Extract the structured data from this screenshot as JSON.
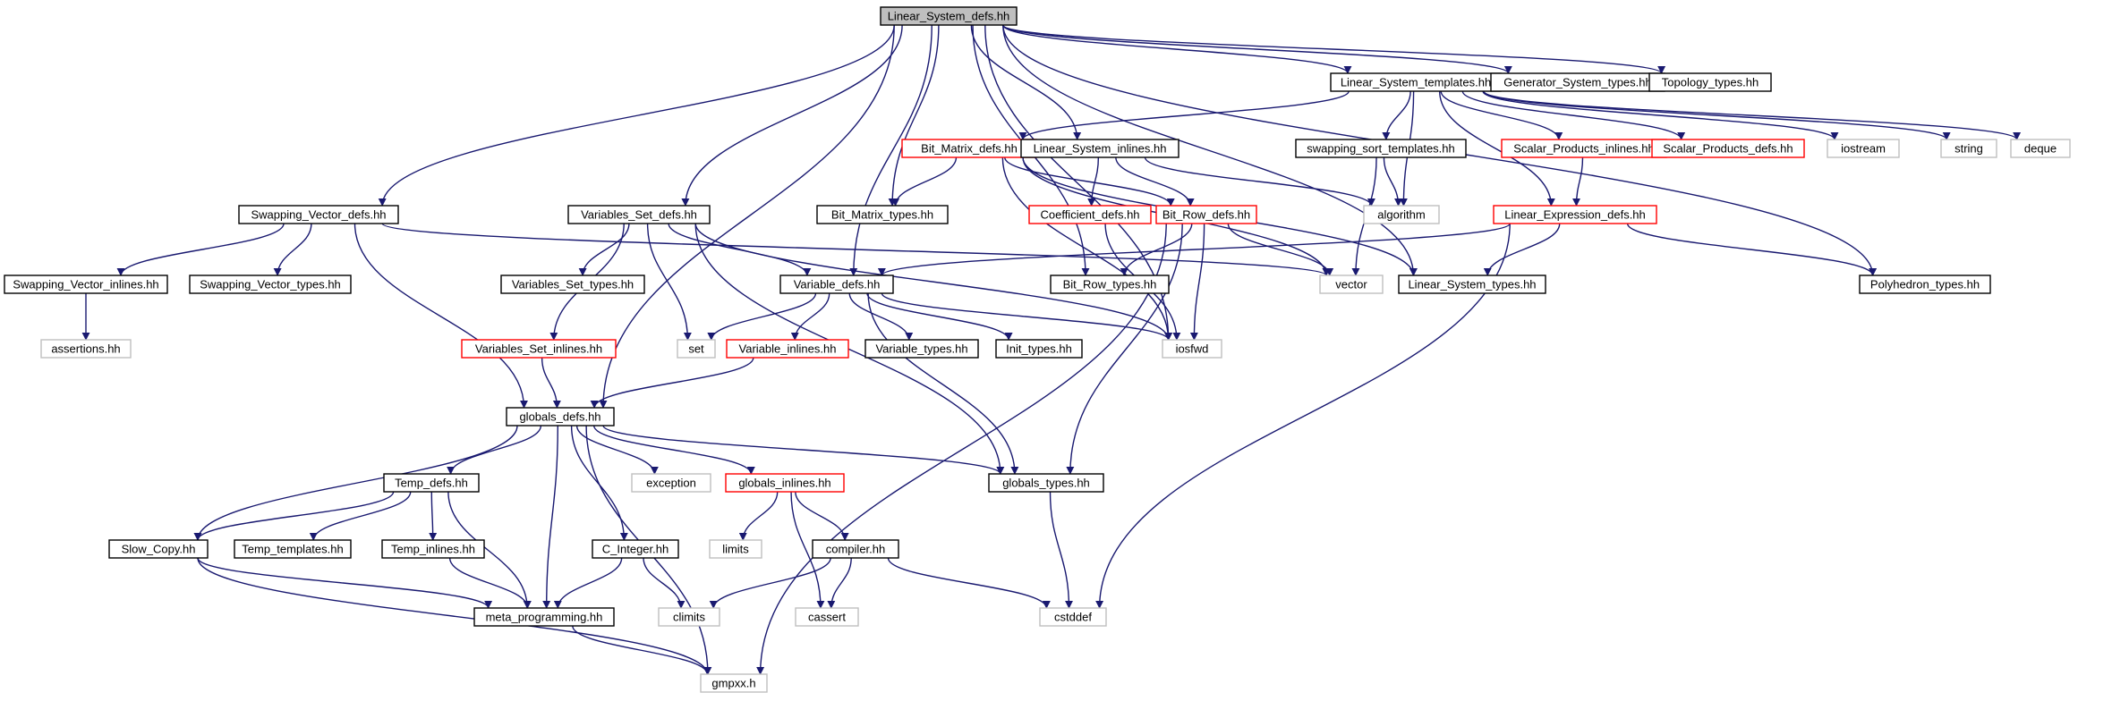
{
  "diagram": {
    "nodes": [
      {
        "id": "Linear_System_defs_hh",
        "label": "Linear_System_defs.hh",
        "kind": "root"
      },
      {
        "id": "Linear_System_templates_hh",
        "label": "Linear_System_templates.hh",
        "kind": "normal"
      },
      {
        "id": "Generator_System_types_hh",
        "label": "Generator_System_types.hh",
        "kind": "normal"
      },
      {
        "id": "Topology_types_hh",
        "label": "Topology_types.hh",
        "kind": "normal"
      },
      {
        "id": "Bit_Matrix_defs_hh",
        "label": "Bit_Matrix_defs.hh",
        "kind": "red"
      },
      {
        "id": "Linear_System_inlines_hh",
        "label": "Linear_System_inlines.hh",
        "kind": "normal"
      },
      {
        "id": "swapping_sort_templates_hh",
        "label": "swapping_sort_templates.hh",
        "kind": "normal"
      },
      {
        "id": "Scalar_Products_inlines_hh",
        "label": "Scalar_Products_inlines.hh",
        "kind": "red"
      },
      {
        "id": "Scalar_Products_defs_hh",
        "label": "Scalar_Products_defs.hh",
        "kind": "red"
      },
      {
        "id": "iostream",
        "label": "iostream",
        "kind": "gray"
      },
      {
        "id": "string",
        "label": "string",
        "kind": "gray"
      },
      {
        "id": "deque",
        "label": "deque",
        "kind": "gray"
      },
      {
        "id": "Swapping_Vector_defs_hh",
        "label": "Swapping_Vector_defs.hh",
        "kind": "normal"
      },
      {
        "id": "Variables_Set_defs_hh",
        "label": "Variables_Set_defs.hh",
        "kind": "normal"
      },
      {
        "id": "Bit_Matrix_types_hh",
        "label": "Bit_Matrix_types.hh",
        "kind": "normal"
      },
      {
        "id": "Coefficient_defs_hh",
        "label": "Coefficient_defs.hh",
        "kind": "red"
      },
      {
        "id": "Bit_Row_defs_hh",
        "label": "Bit_Row_defs.hh",
        "kind": "red"
      },
      {
        "id": "algorithm",
        "label": "algorithm",
        "kind": "gray"
      },
      {
        "id": "Linear_Expression_defs_hh",
        "label": "Linear_Expression_defs.hh",
        "kind": "red"
      },
      {
        "id": "Swapping_Vector_inlines_hh",
        "label": "Swapping_Vector_inlines.hh",
        "kind": "normal"
      },
      {
        "id": "Swapping_Vector_types_hh",
        "label": "Swapping_Vector_types.hh",
        "kind": "normal"
      },
      {
        "id": "Variables_Set_types_hh",
        "label": "Variables_Set_types.hh",
        "kind": "normal"
      },
      {
        "id": "Variable_defs_hh",
        "label": "Variable_defs.hh",
        "kind": "normal"
      },
      {
        "id": "Bit_Row_types_hh",
        "label": "Bit_Row_types.hh",
        "kind": "normal"
      },
      {
        "id": "vector",
        "label": "vector",
        "kind": "gray"
      },
      {
        "id": "Linear_System_types_hh",
        "label": "Linear_System_types.hh",
        "kind": "normal"
      },
      {
        "id": "Polyhedron_types_hh",
        "label": "Polyhedron_types.hh",
        "kind": "normal"
      },
      {
        "id": "assertions_hh",
        "label": "assertions.hh",
        "kind": "gray"
      },
      {
        "id": "Variables_Set_inlines_hh",
        "label": "Variables_Set_inlines.hh",
        "kind": "red"
      },
      {
        "id": "set",
        "label": "set",
        "kind": "gray"
      },
      {
        "id": "Variable_inlines_hh",
        "label": "Variable_inlines.hh",
        "kind": "red"
      },
      {
        "id": "Variable_types_hh",
        "label": "Variable_types.hh",
        "kind": "normal"
      },
      {
        "id": "Init_types_hh",
        "label": "Init_types.hh",
        "kind": "normal"
      },
      {
        "id": "iosfwd",
        "label": "iosfwd",
        "kind": "gray"
      },
      {
        "id": "globals_defs_hh",
        "label": "globals_defs.hh",
        "kind": "normal"
      },
      {
        "id": "Temp_defs_hh",
        "label": "Temp_defs.hh",
        "kind": "normal"
      },
      {
        "id": "exception",
        "label": "exception",
        "kind": "gray"
      },
      {
        "id": "globals_inlines_hh",
        "label": "globals_inlines.hh",
        "kind": "red"
      },
      {
        "id": "globals_types_hh",
        "label": "globals_types.hh",
        "kind": "normal"
      },
      {
        "id": "Slow_Copy_hh",
        "label": "Slow_Copy.hh",
        "kind": "normal"
      },
      {
        "id": "Temp_templates_hh",
        "label": "Temp_templates.hh",
        "kind": "normal"
      },
      {
        "id": "Temp_inlines_hh",
        "label": "Temp_inlines.hh",
        "kind": "normal"
      },
      {
        "id": "C_Integer_hh",
        "label": "C_Integer.hh",
        "kind": "normal"
      },
      {
        "id": "limits",
        "label": "limits",
        "kind": "gray"
      },
      {
        "id": "compiler_hh",
        "label": "compiler.hh",
        "kind": "normal"
      },
      {
        "id": "meta_programming_hh",
        "label": "meta_programming.hh",
        "kind": "normal"
      },
      {
        "id": "climits",
        "label": "climits",
        "kind": "gray"
      },
      {
        "id": "cassert",
        "label": "cassert",
        "kind": "gray"
      },
      {
        "id": "cstddef",
        "label": "cstddef",
        "kind": "gray"
      },
      {
        "id": "gmpxx_h",
        "label": "gmpxx.h",
        "kind": "gray"
      }
    ],
    "edges": [
      [
        "Linear_System_defs_hh",
        "Linear_System_templates_hh"
      ],
      [
        "Linear_System_defs_hh",
        "Generator_System_types_hh"
      ],
      [
        "Linear_System_defs_hh",
        "Topology_types_hh"
      ],
      [
        "Linear_System_defs_hh",
        "Linear_System_inlines_hh"
      ],
      [
        "Linear_System_defs_hh",
        "Swapping_Vector_defs_hh"
      ],
      [
        "Linear_System_defs_hh",
        "Variables_Set_defs_hh"
      ],
      [
        "Linear_System_defs_hh",
        "Bit_Matrix_types_hh"
      ],
      [
        "Linear_System_defs_hh",
        "globals_defs_hh"
      ],
      [
        "Linear_System_defs_hh",
        "Variable_defs_hh"
      ],
      [
        "Linear_System_defs_hh",
        "Bit_Row_types_hh"
      ],
      [
        "Linear_System_defs_hh",
        "iosfwd"
      ],
      [
        "Linear_System_defs_hh",
        "Linear_System_types_hh"
      ],
      [
        "Linear_System_defs_hh",
        "Polyhedron_types_hh"
      ],
      [
        "Linear_System_templates_hh",
        "Bit_Matrix_defs_hh"
      ],
      [
        "Linear_System_templates_hh",
        "swapping_sort_templates_hh"
      ],
      [
        "Linear_System_templates_hh",
        "Scalar_Products_inlines_hh"
      ],
      [
        "Linear_System_templates_hh",
        "Scalar_Products_defs_hh"
      ],
      [
        "Linear_System_templates_hh",
        "iostream"
      ],
      [
        "Linear_System_templates_hh",
        "string"
      ],
      [
        "Linear_System_templates_hh",
        "deque"
      ],
      [
        "Linear_System_templates_hh",
        "algorithm"
      ],
      [
        "Linear_System_templates_hh",
        "Linear_Expression_defs_hh"
      ],
      [
        "Bit_Matrix_defs_hh",
        "Bit_Matrix_types_hh"
      ],
      [
        "Bit_Matrix_defs_hh",
        "Bit_Row_defs_hh"
      ],
      [
        "Bit_Matrix_defs_hh",
        "vector"
      ],
      [
        "Bit_Matrix_defs_hh",
        "iosfwd"
      ],
      [
        "Bit_Matrix_defs_hh",
        "Linear_System_types_hh"
      ],
      [
        "Linear_System_inlines_hh",
        "Coefficient_defs_hh"
      ],
      [
        "Linear_System_inlines_hh",
        "Bit_Row_defs_hh"
      ],
      [
        "Linear_System_inlines_hh",
        "algorithm"
      ],
      [
        "swapping_sort_templates_hh",
        "algorithm"
      ],
      [
        "swapping_sort_templates_hh",
        "vector"
      ],
      [
        "Scalar_Products_inlines_hh",
        "Linear_Expression_defs_hh"
      ],
      [
        "Coefficient_defs_hh",
        "iosfwd"
      ],
      [
        "Bit_Row_defs_hh",
        "Bit_Row_types_hh"
      ],
      [
        "Bit_Row_defs_hh",
        "vector"
      ],
      [
        "Bit_Row_defs_hh",
        "iosfwd"
      ],
      [
        "Bit_Row_defs_hh",
        "globals_types_hh"
      ],
      [
        "Bit_Row_defs_hh",
        "gmpxx_h"
      ],
      [
        "Linear_Expression_defs_hh",
        "Variable_defs_hh"
      ],
      [
        "Linear_Expression_defs_hh",
        "Linear_System_types_hh"
      ],
      [
        "Linear_Expression_defs_hh",
        "Polyhedron_types_hh"
      ],
      [
        "Linear_Expression_defs_hh",
        "cstddef"
      ],
      [
        "Swapping_Vector_defs_hh",
        "Swapping_Vector_inlines_hh"
      ],
      [
        "Swapping_Vector_defs_hh",
        "Swapping_Vector_types_hh"
      ],
      [
        "Swapping_Vector_defs_hh",
        "globals_defs_hh"
      ],
      [
        "Swapping_Vector_defs_hh",
        "vector"
      ],
      [
        "Swapping_Vector_inlines_hh",
        "assertions_hh"
      ],
      [
        "Variables_Set_defs_hh",
        "Variables_Set_types_hh"
      ],
      [
        "Variables_Set_defs_hh",
        "Variables_Set_inlines_hh"
      ],
      [
        "Variables_Set_defs_hh",
        "set"
      ],
      [
        "Variables_Set_defs_hh",
        "Variable_defs_hh"
      ],
      [
        "Variables_Set_defs_hh",
        "iosfwd"
      ],
      [
        "Variables_Set_defs_hh",
        "globals_types_hh"
      ],
      [
        "Variable_defs_hh",
        "set"
      ],
      [
        "Variable_defs_hh",
        "Variable_inlines_hh"
      ],
      [
        "Variable_defs_hh",
        "Variable_types_hh"
      ],
      [
        "Variable_defs_hh",
        "Init_types_hh"
      ],
      [
        "Variable_defs_hh",
        "iosfwd"
      ],
      [
        "Variable_defs_hh",
        "globals_types_hh"
      ],
      [
        "Variables_Set_inlines_hh",
        "globals_defs_hh"
      ],
      [
        "Variable_inlines_hh",
        "globals_defs_hh"
      ],
      [
        "globals_defs_hh",
        "Temp_defs_hh"
      ],
      [
        "globals_defs_hh",
        "Slow_Copy_hh"
      ],
      [
        "globals_defs_hh",
        "exception"
      ],
      [
        "globals_defs_hh",
        "globals_inlines_hh"
      ],
      [
        "globals_defs_hh",
        "globals_types_hh"
      ],
      [
        "globals_defs_hh",
        "C_Integer_hh"
      ],
      [
        "globals_defs_hh",
        "meta_programming_hh"
      ],
      [
        "globals_defs_hh",
        "gmpxx_h"
      ],
      [
        "Temp_defs_hh",
        "Slow_Copy_hh"
      ],
      [
        "Temp_defs_hh",
        "Temp_templates_hh"
      ],
      [
        "Temp_defs_hh",
        "Temp_inlines_hh"
      ],
      [
        "Temp_defs_hh",
        "meta_programming_hh"
      ],
      [
        "Slow_Copy_hh",
        "meta_programming_hh"
      ],
      [
        "Slow_Copy_hh",
        "gmpxx_h"
      ],
      [
        "Temp_inlines_hh",
        "meta_programming_hh"
      ],
      [
        "C_Integer_hh",
        "meta_programming_hh"
      ],
      [
        "C_Integer_hh",
        "climits"
      ],
      [
        "globals_inlines_hh",
        "limits"
      ],
      [
        "globals_inlines_hh",
        "compiler_hh"
      ],
      [
        "globals_inlines_hh",
        "cassert"
      ],
      [
        "compiler_hh",
        "climits"
      ],
      [
        "compiler_hh",
        "cassert"
      ],
      [
        "compiler_hh",
        "cstddef"
      ],
      [
        "meta_programming_hh",
        "gmpxx_h"
      ],
      [
        "globals_types_hh",
        "cstddef"
      ]
    ]
  }
}
